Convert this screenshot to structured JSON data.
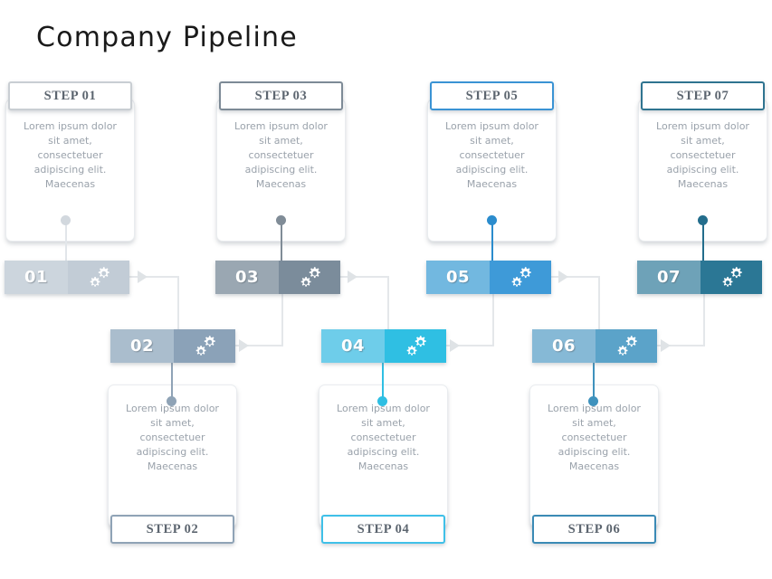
{
  "slide": {
    "title": "Company  Pipeline",
    "background": "#ffffff"
  },
  "body_text": "Lorem ipsum dolor sit amet, consectetuer adipiscing elit. Maecenas",
  "icons": {
    "bar_icon": "gears-icon"
  },
  "steps": [
    {
      "id": "01",
      "badge_label": "STEP 01",
      "number": "01",
      "description": "Lorem ipsum dolor sit amet, consectetuer adipiscing elit. Maecenas",
      "position": "top",
      "badge_border": "#c9ced3",
      "bar_light": "#ccd5dd",
      "bar_dark": "#c2ccd6",
      "dot": "#d2d8de",
      "stem": "#e2e6ea",
      "text": "#6f7a85"
    },
    {
      "id": "02",
      "badge_label": "STEP 02",
      "number": "02",
      "description": "Lorem ipsum dolor sit amet, consectetuer adipiscing elit. Maecenas",
      "position": "bottom",
      "badge_border": "#8fa3b6",
      "bar_light": "#aabdcd",
      "bar_dark": "#8ba2b8",
      "dot": "#8fa3b6",
      "stem": "#8fa3b6",
      "text": "#5d6670"
    },
    {
      "id": "03",
      "badge_label": "STEP 03",
      "number": "03",
      "description": "Lorem ipsum dolor sit amet, consectetuer adipiscing elit. Maecenas",
      "position": "top",
      "badge_border": "#7d8a96",
      "bar_light": "#9aa7b2",
      "bar_dark": "#7b8c9b",
      "dot": "#808c97",
      "stem": "#808c97",
      "text": "#5d6670"
    },
    {
      "id": "04",
      "badge_label": "STEP 04",
      "number": "04",
      "description": "Lorem ipsum dolor sit amet, consectetuer adipiscing elit. Maecenas",
      "position": "bottom",
      "badge_border": "#3fc0e8",
      "bar_light": "#6ecdea",
      "bar_dark": "#2fbfe3",
      "dot": "#2fbfe3",
      "stem": "#2fbfe3",
      "text": "#5d6670"
    },
    {
      "id": "05",
      "badge_label": "STEP 05",
      "number": "05",
      "description": "Lorem ipsum dolor sit amet, consectetuer adipiscing elit. Maecenas",
      "position": "top",
      "badge_border": "#3a93d4",
      "bar_light": "#72b8e0",
      "bar_dark": "#3e9ad8",
      "dot": "#2b8ccd",
      "stem": "#2b8ccd",
      "text": "#5d6670"
    },
    {
      "id": "06",
      "badge_label": "STEP 06",
      "number": "06",
      "description": "Lorem ipsum dolor sit amet, consectetuer adipiscing elit. Maecenas",
      "position": "bottom",
      "badge_border": "#3a8ab5",
      "bar_light": "#86b9d6",
      "bar_dark": "#5ba3c9",
      "dot": "#3f92bd",
      "stem": "#3f92bd",
      "text": "#5d6670"
    },
    {
      "id": "07",
      "badge_label": "STEP 07",
      "number": "07",
      "description": "Lorem ipsum dolor sit amet, consectetuer adipiscing elit. Maecenas",
      "position": "top",
      "badge_border": "#2f7490",
      "bar_light": "#6ea2b8",
      "bar_dark": "#2b7795",
      "dot": "#236d8c",
      "stem": "#236d8c",
      "text": "#5d6670"
    }
  ],
  "flow": {
    "line_color": "#e4e7ea",
    "arrow_color": "#dfe3e6"
  }
}
